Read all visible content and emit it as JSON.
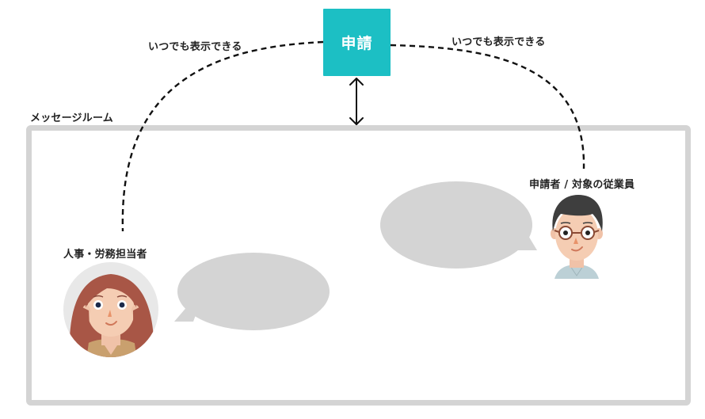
{
  "request": {
    "label": "申請"
  },
  "arc_labels": {
    "left": "いつでも表示できる",
    "right": "いつでも表示できる"
  },
  "room": {
    "title": "メッセージルーム"
  },
  "participants": {
    "hr": {
      "label": "人事・労務担当者",
      "icon": "woman-avatar-icon"
    },
    "employee": {
      "label": "申請者 / 対象の従業員",
      "icon": "man-avatar-icon"
    }
  },
  "colors": {
    "accent": "#1cbfc4",
    "room_border": "#d4d4d4",
    "bubble": "#d4d4d4",
    "line": "#111111"
  }
}
